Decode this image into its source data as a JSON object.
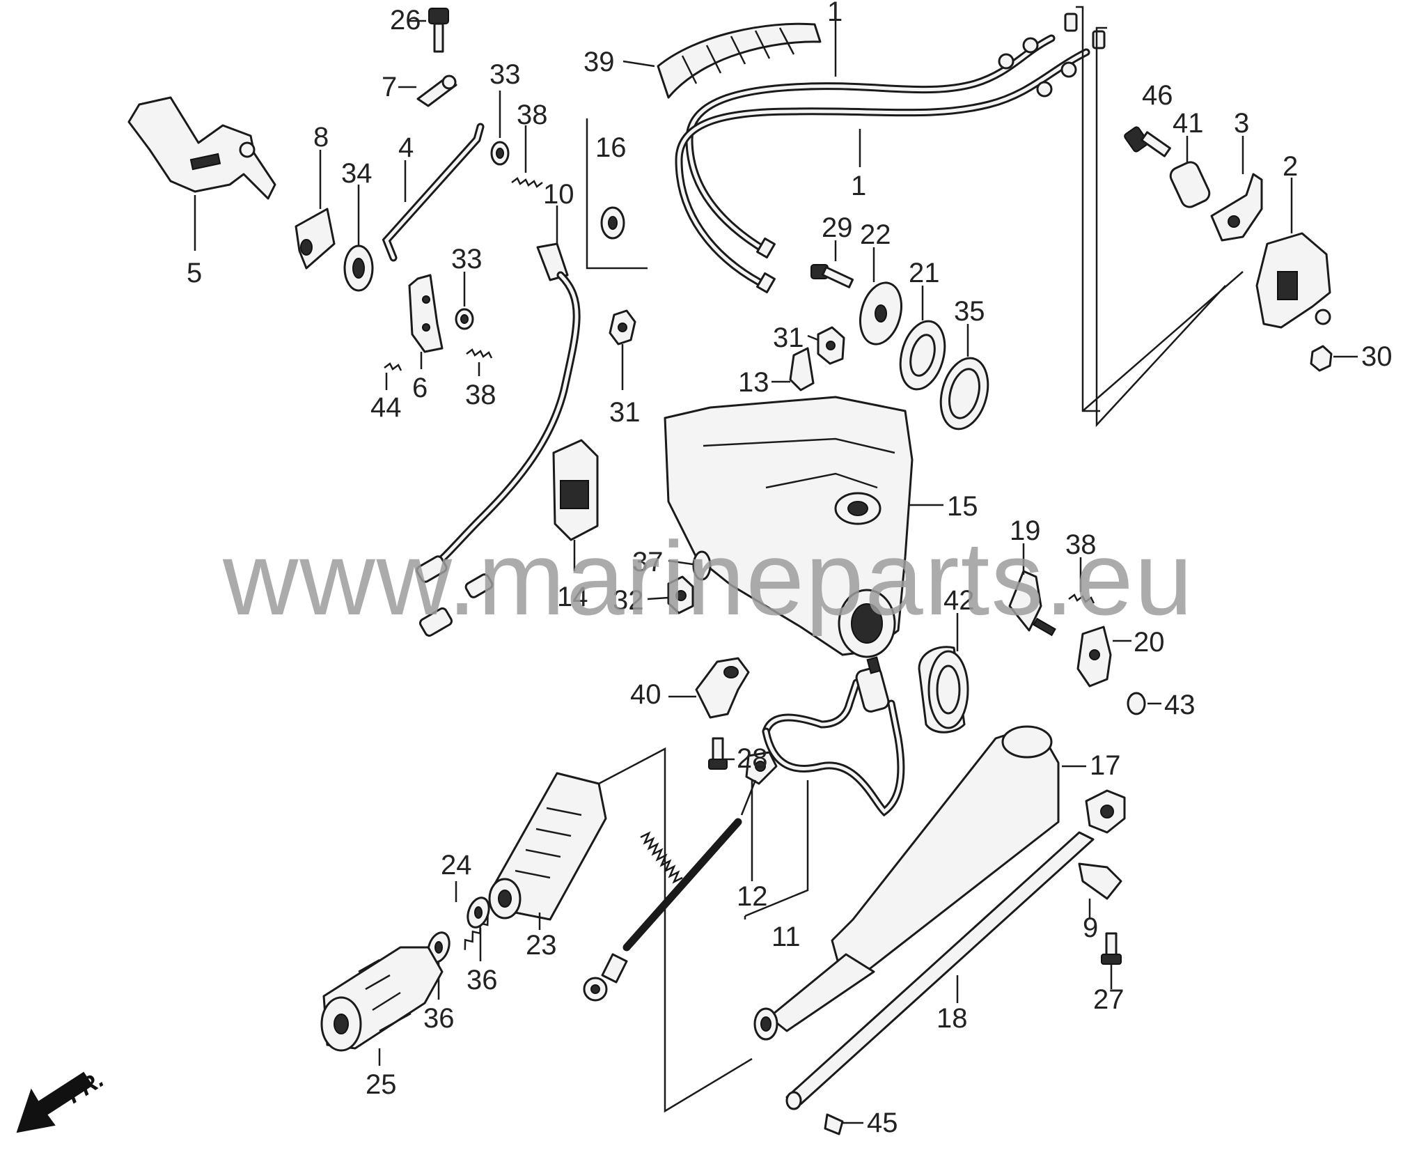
{
  "watermark": "www.marineparts.eu",
  "direction_label": "FR.",
  "callouts": [
    {
      "id": "c26",
      "text": "26"
    },
    {
      "id": "c7",
      "text": "7"
    },
    {
      "id": "c33a",
      "text": "33"
    },
    {
      "id": "c38a",
      "text": "38"
    },
    {
      "id": "c39",
      "text": "39"
    },
    {
      "id": "c1a",
      "text": "1"
    },
    {
      "id": "c1b",
      "text": "1"
    },
    {
      "id": "c46",
      "text": "46"
    },
    {
      "id": "c41",
      "text": "41"
    },
    {
      "id": "c3",
      "text": "3"
    },
    {
      "id": "c2",
      "text": "2"
    },
    {
      "id": "c8",
      "text": "8"
    },
    {
      "id": "c34",
      "text": "34"
    },
    {
      "id": "c4",
      "text": "4"
    },
    {
      "id": "c10",
      "text": "10"
    },
    {
      "id": "c16",
      "text": "16"
    },
    {
      "id": "c5",
      "text": "5"
    },
    {
      "id": "c33b",
      "text": "33"
    },
    {
      "id": "c29",
      "text": "29"
    },
    {
      "id": "c22",
      "text": "22"
    },
    {
      "id": "c21",
      "text": "21"
    },
    {
      "id": "c35",
      "text": "35"
    },
    {
      "id": "c30",
      "text": "30"
    },
    {
      "id": "c31a",
      "text": "31"
    },
    {
      "id": "c13",
      "text": "13"
    },
    {
      "id": "c44",
      "text": "44"
    },
    {
      "id": "c6",
      "text": "6"
    },
    {
      "id": "c38b",
      "text": "38"
    },
    {
      "id": "c31b",
      "text": "31"
    },
    {
      "id": "c15",
      "text": "15"
    },
    {
      "id": "c19",
      "text": "19"
    },
    {
      "id": "c38c",
      "text": "38"
    },
    {
      "id": "c37",
      "text": "37"
    },
    {
      "id": "c14",
      "text": "14"
    },
    {
      "id": "c32",
      "text": "32"
    },
    {
      "id": "c42",
      "text": "42"
    },
    {
      "id": "c20",
      "text": "20"
    },
    {
      "id": "c40",
      "text": "40"
    },
    {
      "id": "c43",
      "text": "43"
    },
    {
      "id": "c28",
      "text": "28"
    },
    {
      "id": "c17",
      "text": "17"
    },
    {
      "id": "c24",
      "text": "24"
    },
    {
      "id": "c12",
      "text": "12"
    },
    {
      "id": "c23",
      "text": "23"
    },
    {
      "id": "c9",
      "text": "9"
    },
    {
      "id": "c11",
      "text": "11"
    },
    {
      "id": "c36a",
      "text": "36"
    },
    {
      "id": "c36b",
      "text": "36"
    },
    {
      "id": "c27",
      "text": "27"
    },
    {
      "id": "c18",
      "text": "18"
    },
    {
      "id": "c25",
      "text": "25"
    },
    {
      "id": "c45",
      "text": "45"
    }
  ]
}
